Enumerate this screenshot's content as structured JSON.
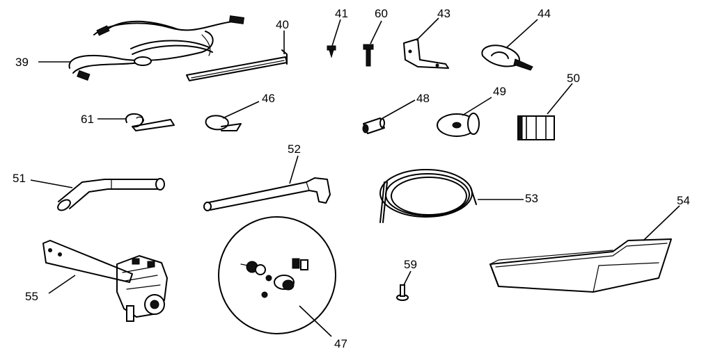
{
  "callouts": {
    "p39": "39",
    "p40": "40",
    "p41": "41",
    "p60": "60",
    "p43": "43",
    "p44": "44",
    "p61": "61",
    "p46": "46",
    "p48": "48",
    "p49": "49",
    "p50": "50",
    "p51": "51",
    "p52": "52",
    "p53": "53",
    "p54": "54",
    "p55": "55",
    "p47": "47",
    "p59": "59"
  }
}
